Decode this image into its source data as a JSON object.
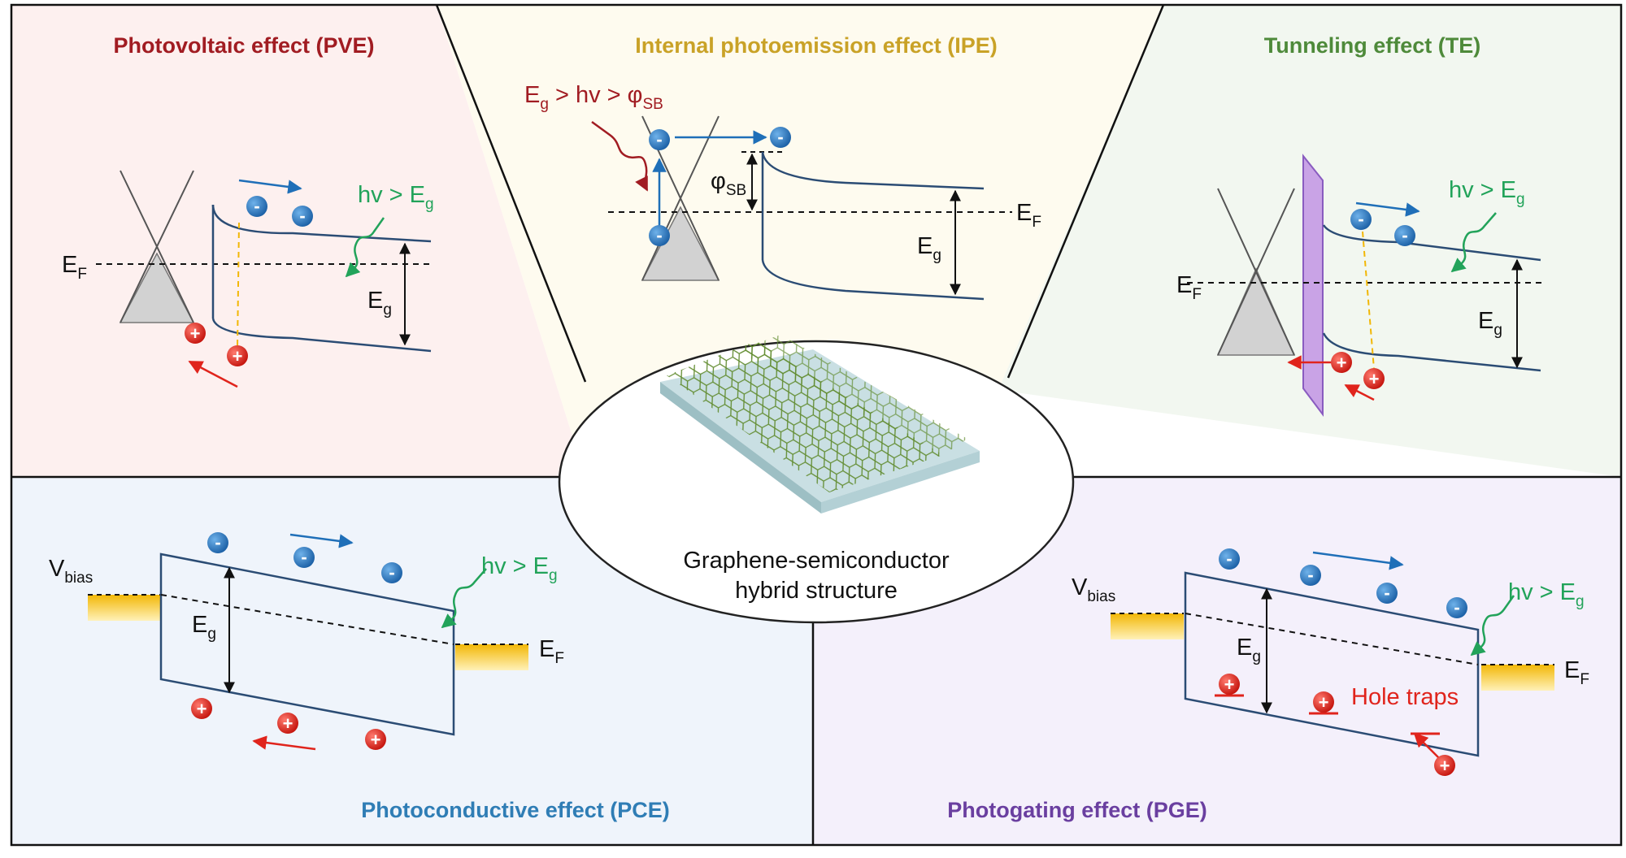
{
  "colors": {
    "pve_bg": "#fdf0ef",
    "ipe_bg": "#fefbef",
    "te_bg": "#f2f7f0",
    "pce_bg": "#eff4fb",
    "pge_bg": "#f4f0fb",
    "pve_title": "#a11c22",
    "ipe_title": "#c9a227",
    "te_title": "#4e8a3a",
    "pce_title": "#2f7db5",
    "pge_title": "#6a3fa0",
    "band": "#2b4c74",
    "electron": "#1f6fb8",
    "hole": "#e0241c",
    "photon": "#22a35a",
    "photon_ipe": "#a11c22",
    "barrier": "#c9a3e6",
    "contact": "#f2c94c"
  },
  "panels": {
    "pve": {
      "title": "Photovoltaic effect (PVE)",
      "ef": "E",
      "ef_sub": "F",
      "eg": "E",
      "eg_sub": "g",
      "photon_label": "hv > E",
      "photon_sub": "g"
    },
    "ipe": {
      "title": "Internal photoemission effect (IPE)",
      "condition": "E",
      "condition_sub1": "g",
      "condition_mid": " > hv > φ",
      "condition_sub2": "SB",
      "phi": "φ",
      "phi_sub": "SB",
      "ef": "E",
      "ef_sub": "F",
      "eg": "E",
      "eg_sub": "g"
    },
    "te": {
      "title": "Tunneling effect (TE)",
      "ef": "E",
      "ef_sub": "F",
      "eg": "E",
      "eg_sub": "g",
      "photon_label": "hv > E",
      "photon_sub": "g"
    },
    "pce": {
      "title": "Photoconductive effect (PCE)",
      "vbias": "V",
      "vbias_sub": "bias",
      "ef": "E",
      "ef_sub": "F",
      "eg": "E",
      "eg_sub": "g",
      "photon_label": "hv > E",
      "photon_sub": "g"
    },
    "pge": {
      "title": "Photogating effect (PGE)",
      "vbias": "V",
      "vbias_sub": "bias",
      "ef": "E",
      "ef_sub": "F",
      "eg": "E",
      "eg_sub": "g",
      "photon_label": "hv > E",
      "photon_sub": "g",
      "hole_traps": "Hole traps"
    }
  },
  "center": {
    "line1": "Graphene-semiconductor",
    "line2": "hybrid structure"
  },
  "symbols": {
    "electron": "-",
    "hole": "+"
  }
}
